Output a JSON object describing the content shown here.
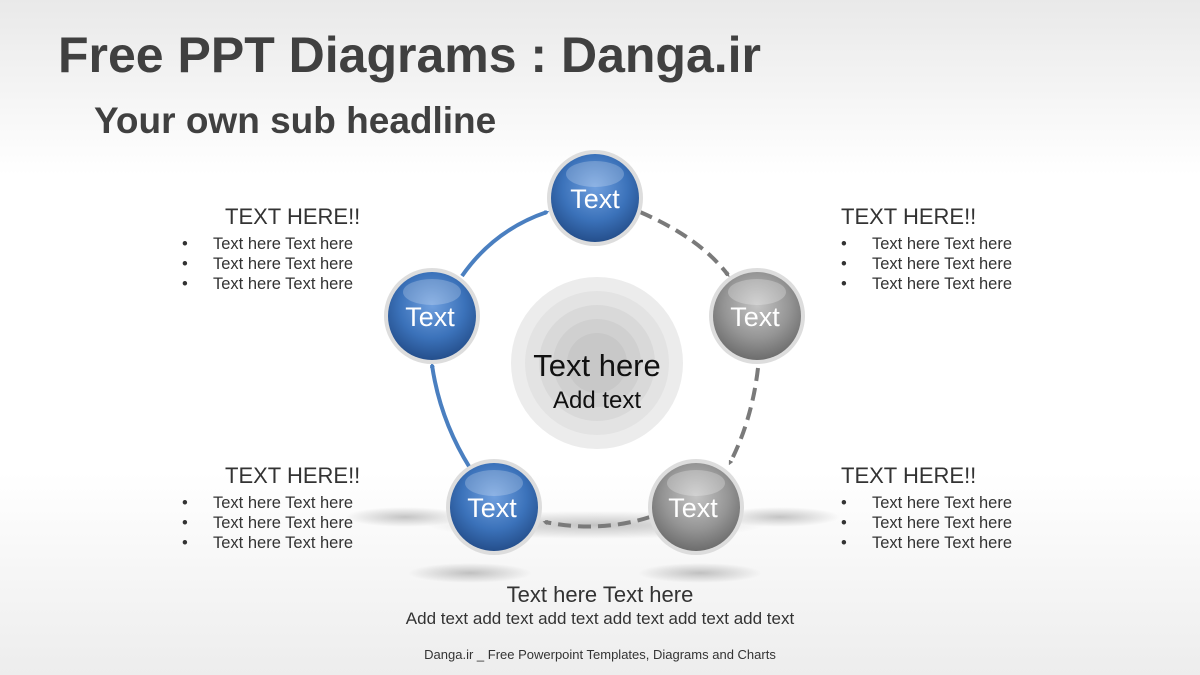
{
  "title": "Free PPT Diagrams : Danga.ir",
  "subtitle": "Your own sub headline",
  "colors": {
    "blue": "#3f78c0",
    "gray": "#9a9a9a",
    "arrow_blue": "#4a7fc0",
    "arrow_gray": "#7a7a7a"
  },
  "center": {
    "main": "Text here",
    "sub": "Add text"
  },
  "nodes": [
    {
      "label": "Text",
      "color": "blue"
    },
    {
      "label": "Text",
      "color": "gray"
    },
    {
      "label": "Text",
      "color": "gray"
    },
    {
      "label": "Text",
      "color": "blue"
    },
    {
      "label": "Text",
      "color": "blue"
    }
  ],
  "blocks": {
    "top_left": {
      "heading": "TEXT HERE!!",
      "items": [
        "Text here Text here",
        "Text here Text here",
        "Text here Text here"
      ]
    },
    "top_right": {
      "heading": "TEXT HERE!!",
      "items": [
        "Text here Text here",
        "Text here Text here",
        "Text here Text here"
      ]
    },
    "bottom_left": {
      "heading": "TEXT HERE!!",
      "items": [
        "Text here Text here",
        "Text here Text here",
        "Text here Text here"
      ]
    },
    "bottom_right": {
      "heading": "TEXT HERE!!",
      "items": [
        "Text here Text here",
        "Text here Text here",
        "Text here Text here"
      ]
    }
  },
  "bullet": "•",
  "caption": {
    "main": "Text here Text here",
    "sub": "Add text add text add text add text add text add text"
  },
  "footer": "Danga.ir _ Free Powerpoint Templates, Diagrams and Charts"
}
